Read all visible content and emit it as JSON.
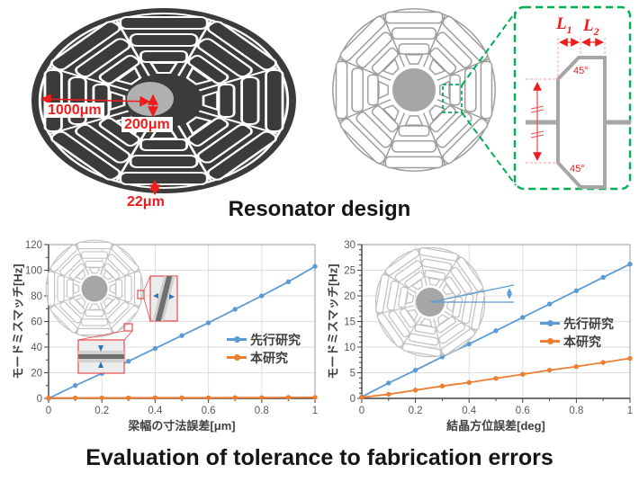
{
  "headings": {
    "resonator_design": "Resonator design",
    "evaluation": "Evaluation of tolerance to fabrication errors"
  },
  "render3d": {
    "dim_radius": "1000μm",
    "dim_hub": "200μm",
    "dim_rim": "22μm"
  },
  "detail": {
    "l1_base": "L",
    "l1_sub": "1",
    "l2_base": "L",
    "l2_sub": "2",
    "angle_top": "45°",
    "angle_bottom": "45°"
  },
  "colors": {
    "series_previous": "#5B9BD5",
    "series_this": "#ED7D31",
    "annotation_red": "#EE1D1D",
    "detail_box_green": "#00B050",
    "schematic_gray": "#9E9E9E"
  },
  "chart_data": [
    {
      "type": "line",
      "x": [
        0,
        0.1,
        0.2,
        0.3,
        0.4,
        0.5,
        0.6,
        0.7,
        0.8,
        0.9,
        1
      ],
      "series": [
        {
          "name": "先行研究",
          "color": "#5B9BD5",
          "values": [
            0,
            10,
            19.5,
            29,
            39,
            49,
            59,
            69.5,
            80,
            91,
            103
          ]
        },
        {
          "name": "本研究",
          "color": "#ED7D31",
          "values": [
            0.3,
            0.3,
            0.4,
            0.4,
            0.5,
            0.5,
            0.5,
            0.6,
            0.6,
            0.7,
            0.8
          ]
        }
      ],
      "xlabel": "梁幅の寸法誤差[μm]",
      "ylabel": "モードミスマッチ[Hz]",
      "xlim": [
        0,
        1
      ],
      "ylim": [
        0,
        120
      ],
      "xtick": 0.2,
      "xminor": 0.1,
      "ytick": 20,
      "yminor": 10,
      "grid": true,
      "legend_position": "right-middle"
    },
    {
      "type": "line",
      "x": [
        0,
        0.1,
        0.2,
        0.3,
        0.4,
        0.5,
        0.6,
        0.7,
        0.8,
        0.9,
        1
      ],
      "series": [
        {
          "name": "先行研究",
          "color": "#5B9BD5",
          "values": [
            0.3,
            3,
            5.5,
            8.1,
            10.6,
            13.2,
            15.8,
            18.4,
            21,
            23.6,
            26.2
          ]
        },
        {
          "name": "本研究",
          "color": "#ED7D31",
          "values": [
            0.2,
            0.8,
            1.6,
            2.4,
            3.1,
            3.9,
            4.7,
            5.5,
            6.2,
            7,
            7.8
          ]
        }
      ],
      "xlabel": "結晶方位誤差[deg]",
      "ylabel": "モードミスマッチ[Hz]",
      "xlim": [
        0,
        1
      ],
      "ylim": [
        0,
        30
      ],
      "xtick": 0.2,
      "xminor": 0.1,
      "ytick": 5,
      "yminor": 1,
      "grid": true,
      "legend_position": "right-middle"
    }
  ]
}
